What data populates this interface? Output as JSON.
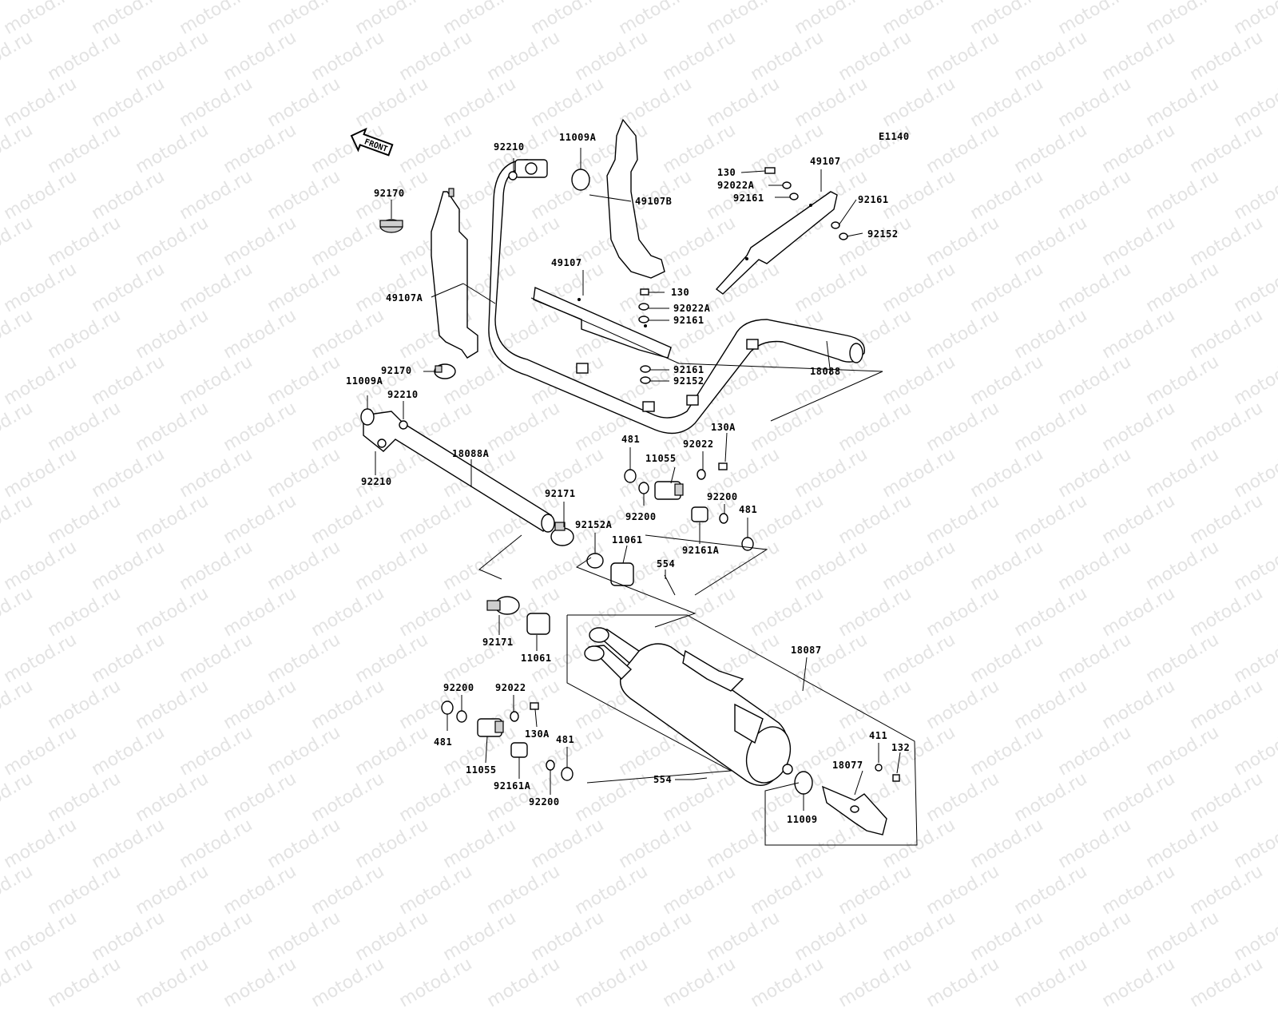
{
  "diagram_code": "E1140",
  "front_label": "FRONT",
  "watermark": "motod.ru",
  "part_labels": {
    "p92210_top": "92210",
    "p11009A_top": "11009A",
    "p92170_top": "92170",
    "p49107A": "49107A",
    "p49107B": "49107B",
    "p49107_mid": "49107",
    "p130_mid": "130",
    "p92022A_mid": "92022A",
    "p92161_mid": "92161",
    "p92161_low": "92161",
    "p92152_low": "92152",
    "p130_top": "130",
    "p92022A_top": "92022A",
    "p92161_top": "92161",
    "p49107_top": "49107",
    "p92161_right": "92161",
    "p92152_right": "92152",
    "p18088": "18088",
    "p92170_low": "92170",
    "p11009A_left": "11009A",
    "p92210_left": "92210",
    "p92210_bottom": "92210",
    "p18088A": "18088A",
    "p481_a": "481",
    "p11055_a": "11055",
    "p92022_a": "92022",
    "p130A_a": "130A",
    "p92200_a": "92200",
    "p92200_b": "92200",
    "p481_b": "481",
    "p92171_a": "92171",
    "p92152A": "92152A",
    "p11061_a": "11061",
    "p92161A_a": "92161A",
    "p554_a": "554",
    "p92171_b": "92171",
    "p11061_b": "11061",
    "p18087": "18087",
    "p92200_c": "92200",
    "p92022_b": "92022",
    "p481_c": "481",
    "p130A_b": "130A",
    "p11055_b": "11055",
    "p481_d": "481",
    "p92161A_b": "92161A",
    "p92200_d": "92200",
    "p554_b": "554",
    "p411": "411",
    "p132": "132",
    "p18077": "18077",
    "p11009": "11009"
  }
}
